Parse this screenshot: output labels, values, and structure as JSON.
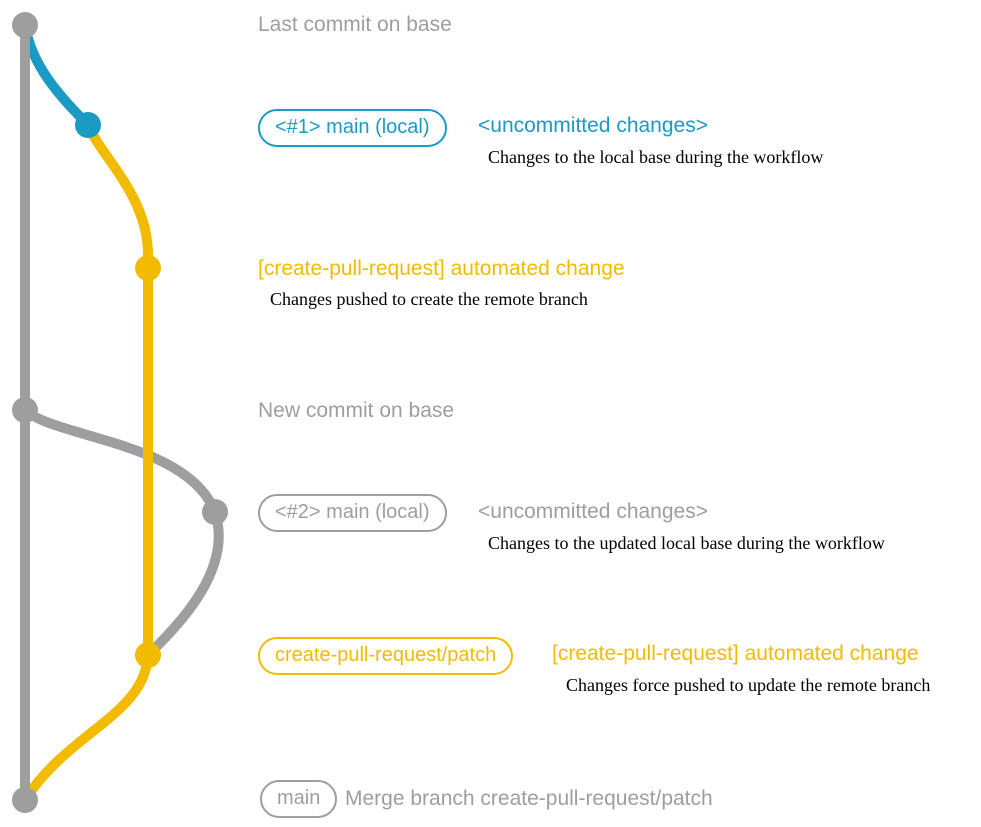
{
  "colors": {
    "gray": "#9e9e9e",
    "blue": "#1b9ac4",
    "yellow": "#f2bb00"
  },
  "rows": {
    "row1": {
      "label": "Last commit on base"
    },
    "row2": {
      "badge": "<#1> main (local)",
      "status": "<uncommitted changes>",
      "description": "Changes to the local base during the workflow"
    },
    "row3": {
      "label": "[create-pull-request] automated change",
      "description": "Changes pushed to create the remote branch"
    },
    "row4": {
      "label": "New commit on base"
    },
    "row5": {
      "badge": "<#2> main (local)",
      "status": "<uncommitted changes>",
      "description": "Changes to the updated local base during the workflow"
    },
    "row6": {
      "badge": "create-pull-request/patch",
      "label": "[create-pull-request] automated change",
      "description": "Changes force pushed to update the remote branch"
    },
    "row7": {
      "badge": "main",
      "label": "Merge branch create-pull-request/patch"
    }
  }
}
